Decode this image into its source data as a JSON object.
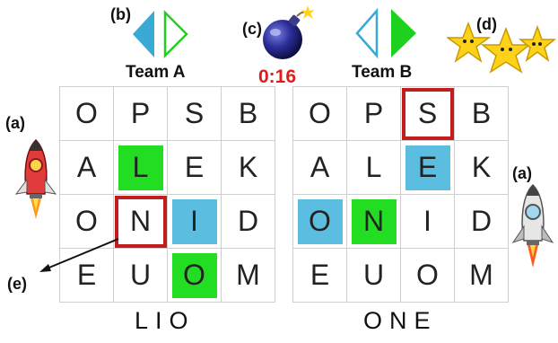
{
  "labels": {
    "a_left": "(a)",
    "a_right": "(a)",
    "b": "(b)",
    "c": "(c)",
    "d": "(d)",
    "e": "(e)"
  },
  "timer": "0:16",
  "colors": {
    "green": "#22dd22",
    "blue": "#5bbde0",
    "red_outline": "#c21d1d",
    "timer_red": "#e01b1b",
    "arrow_blue": "#3aa9d6",
    "arrow_green": "#1fd11f"
  },
  "teams": [
    {
      "title": "Team A",
      "word": "LIO",
      "rows": [
        [
          "O",
          "P",
          "S",
          "B"
        ],
        [
          "A",
          "L",
          "E",
          "K"
        ],
        [
          "O",
          "N",
          "I",
          "D"
        ],
        [
          "E",
          "U",
          "O",
          "M"
        ]
      ],
      "highlights": [
        {
          "row": 1,
          "col": 1,
          "style": "green"
        },
        {
          "row": 2,
          "col": 2,
          "style": "blue"
        },
        {
          "row": 3,
          "col": 2,
          "style": "green"
        },
        {
          "row": 2,
          "col": 1,
          "style": "red"
        }
      ]
    },
    {
      "title": "Team B",
      "word": "ONE",
      "rows": [
        [
          "O",
          "P",
          "S",
          "B"
        ],
        [
          "A",
          "L",
          "E",
          "K"
        ],
        [
          "O",
          "N",
          "I",
          "D"
        ],
        [
          "E",
          "U",
          "O",
          "M"
        ]
      ],
      "highlights": [
        {
          "row": 1,
          "col": 2,
          "style": "blue"
        },
        {
          "row": 2,
          "col": 0,
          "style": "blue"
        },
        {
          "row": 2,
          "col": 1,
          "style": "green"
        },
        {
          "row": 0,
          "col": 2,
          "style": "red"
        }
      ]
    }
  ]
}
